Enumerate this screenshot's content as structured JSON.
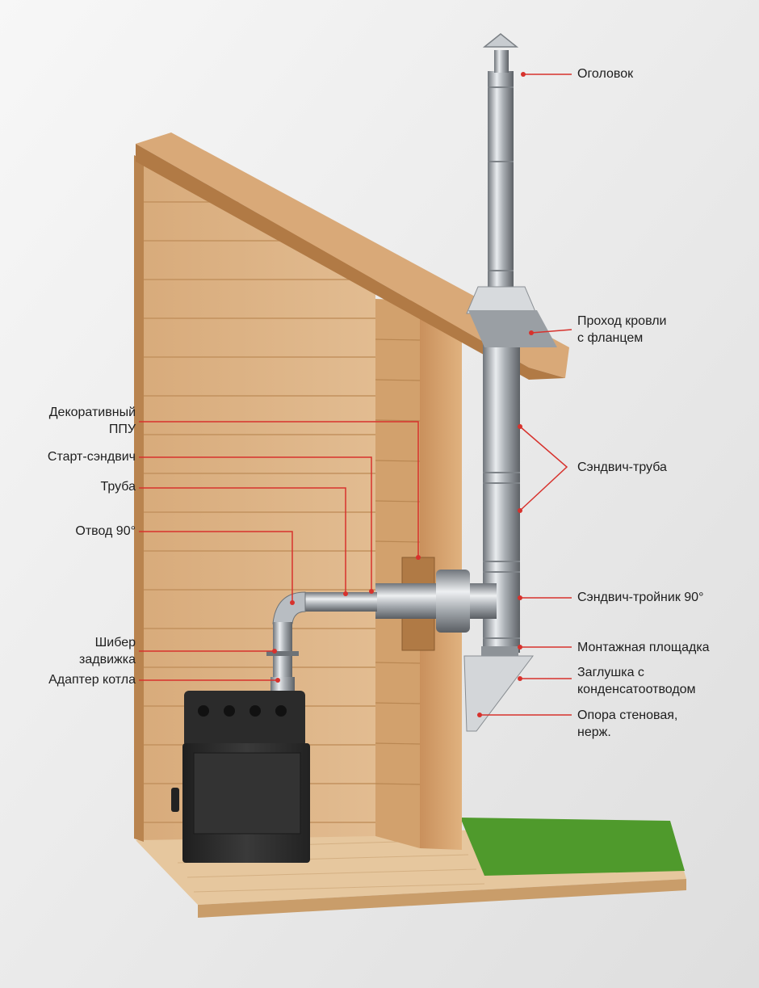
{
  "labels": {
    "ogolovok": "Оголовок",
    "prokhod_krovli": "Проход кровли\nс фланцем",
    "sendvich_truba": "Сэндвич-труба",
    "sendvich_troinik": "Сэндвич-тройник 90°",
    "montazhnaya_ploshchadka": "Монтажная площадка",
    "zaglushka": "Заглушка с\nконденсатоотводом",
    "opora": "Опора стеновая,\nнерж.",
    "dekorativny_ppu": "Декоративный\nППУ",
    "start_sendvich": "Старт-сэндвич",
    "truba": "Труба",
    "otvod": "Отвод 90°",
    "shiber": "Шибер\nзадвижка",
    "adapter": "Адаптер котла"
  },
  "colors": {
    "leader_line": "#d7322d",
    "wood": "#d9ac7c",
    "metal": "#c4c8cc",
    "boiler": "#2a2a2a",
    "grass": "#4f9a2c"
  }
}
